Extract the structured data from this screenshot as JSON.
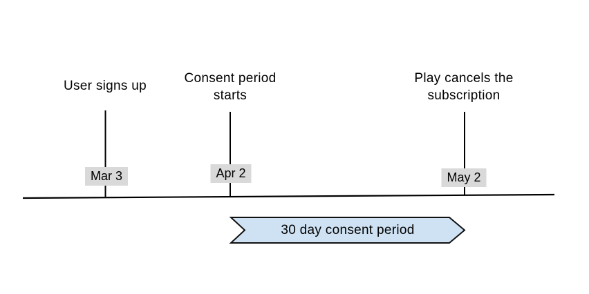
{
  "timeline": {
    "events": [
      {
        "label": "User signs up",
        "date": "Mar 3"
      },
      {
        "label": "Consent period starts",
        "date": "Apr 2"
      },
      {
        "label": "Play cancels the subscription",
        "date": "May 2"
      }
    ],
    "banner": {
      "label": "30 day consent period"
    },
    "colors": {
      "banner_fill": "#cfe2f3",
      "banner_border": "#111111",
      "date_label_bg": "#d9d9d9",
      "line": "#000000",
      "text": "#000000"
    }
  }
}
